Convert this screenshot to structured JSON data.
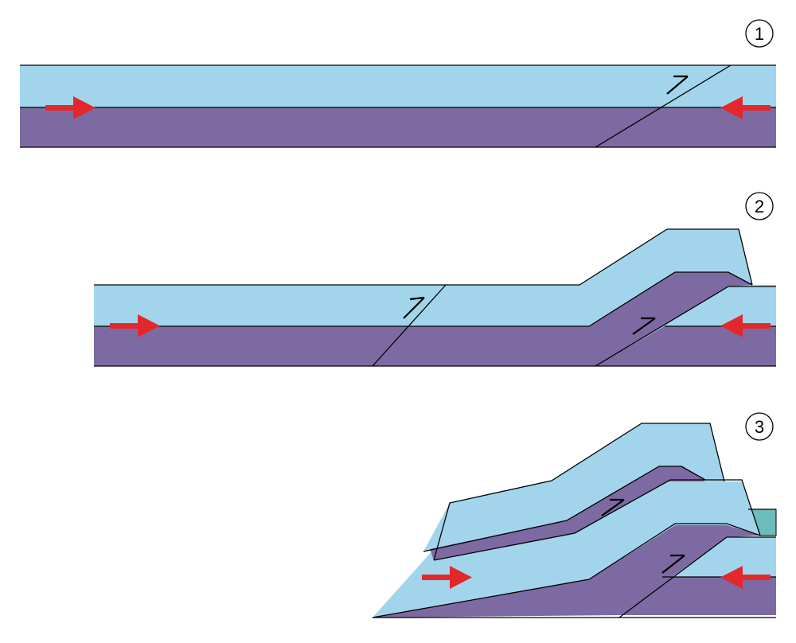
{
  "colors": {
    "upper_layer": "#a2d5ec",
    "lower_layer": "#7e6aa2",
    "cap_layer": "#6cbcbc",
    "arrow": "#e3282b",
    "line": "#000000"
  },
  "panels": [
    {
      "label": "1"
    },
    {
      "label": "2"
    },
    {
      "label": "3"
    }
  ]
}
